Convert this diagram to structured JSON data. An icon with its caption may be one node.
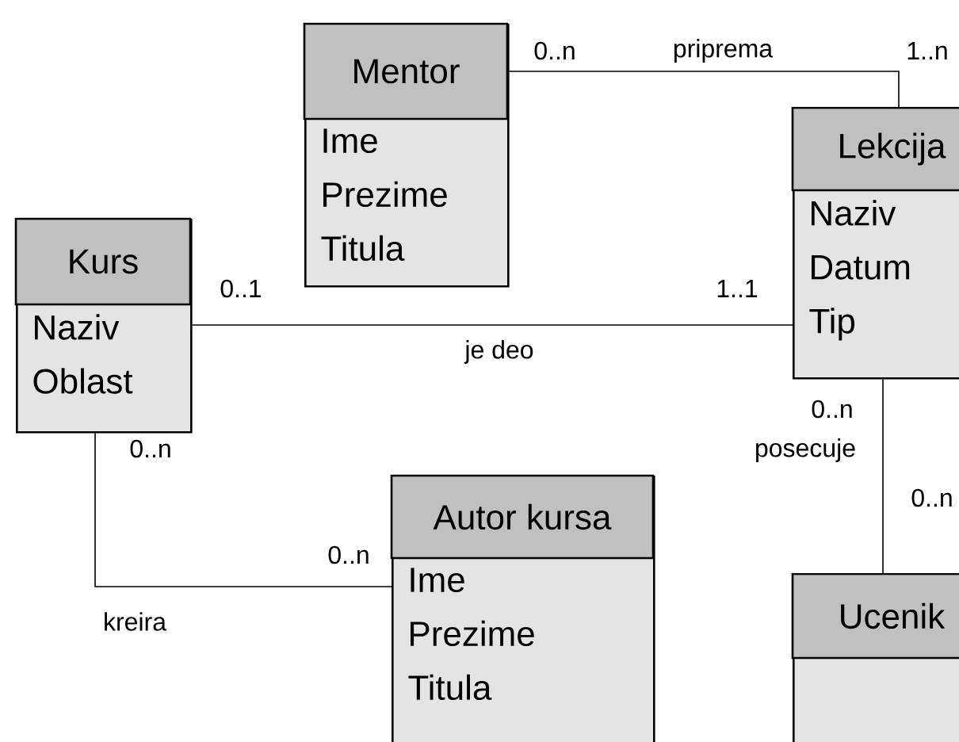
{
  "diagram": {
    "nodes": [
      {
        "text": [
          "Mentor",
          "Ime Prezime Titula"
        ]
      },
      {
        "text": [
          "Lekcija",
          "Naziv Datum Tip"
        ]
      },
      {
        "text": [
          "Kurs",
          "Naziv Oblast"
        ]
      },
      {
        "text": [
          "Autor kursa",
          "Ime Prezime Titula"
        ]
      },
      {
        "text": [
          "Ucenik"
        ]
      }
    ],
    "edges": [
      {
        "from": 0,
        "to": 1,
        "arrow": "none",
        "label": "priprema"
      },
      {
        "from": 2,
        "to": 1,
        "arrow": "none",
        "label": "je deo"
      },
      {
        "from": 2,
        "to": 3,
        "arrow": "none",
        "label": "kreira"
      },
      {
        "from": 1,
        "to": 4,
        "arrow": "none",
        "label": "posecuje"
      }
    ],
    "labels": [
      "0..n",
      "1..n",
      "0..1",
      "1..1",
      "0..n",
      "0..n",
      "0..n",
      "0..n"
    ]
  }
}
